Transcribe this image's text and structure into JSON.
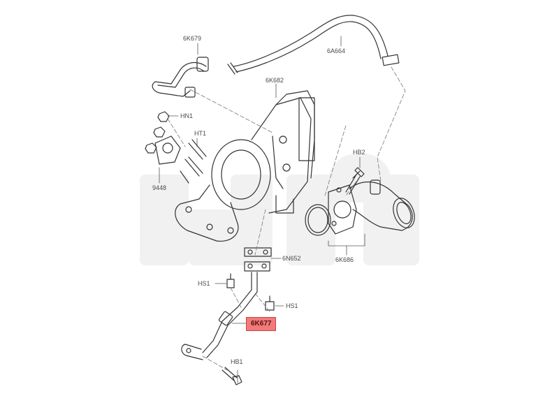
{
  "diagram": {
    "watermark_color": "#f1f1f1",
    "line_color": "#333333",
    "highlight_color": "#f27a7a",
    "parts": [
      {
        "id": "6K679",
        "label": "6K679"
      },
      {
        "id": "6A664",
        "label": "6A664"
      },
      {
        "id": "6K682",
        "label": "6K682"
      },
      {
        "id": "HN1",
        "label": "HN1"
      },
      {
        "id": "HT1",
        "label": "HT1"
      },
      {
        "id": "9448",
        "label": "9448"
      },
      {
        "id": "HB2",
        "label": "HB2"
      },
      {
        "id": "6N652",
        "label": "6N652"
      },
      {
        "id": "6K686",
        "label": "6K686"
      },
      {
        "id": "HS1a",
        "label": "HS1"
      },
      {
        "id": "HS1b",
        "label": "HS1"
      },
      {
        "id": "6K677",
        "label": "6K677",
        "highlighted": true
      },
      {
        "id": "HB1",
        "label": "HB1"
      }
    ]
  }
}
